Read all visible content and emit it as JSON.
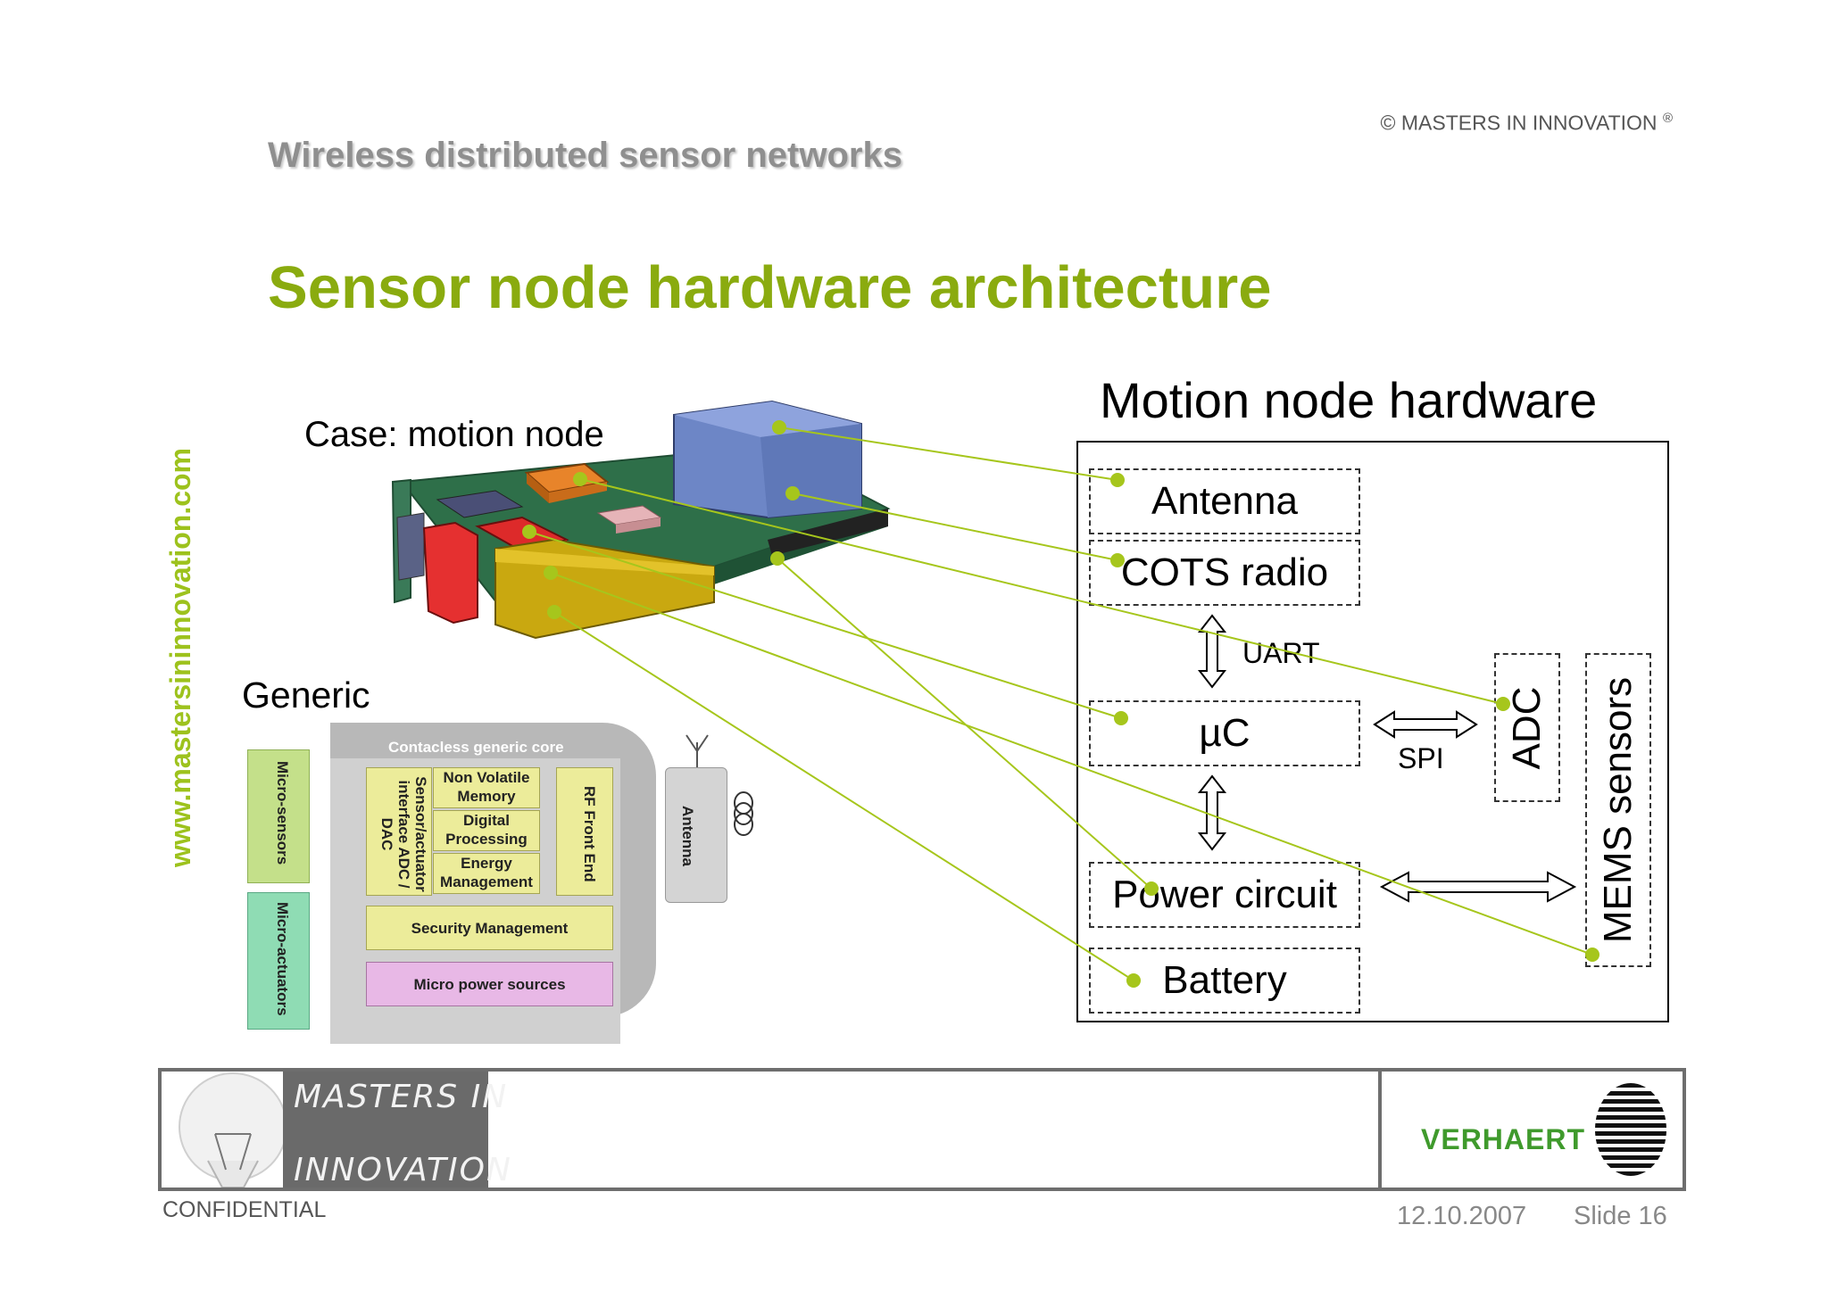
{
  "header": {
    "copyright": "© MASTERS IN INNOVATION",
    "copyright_mark": "®",
    "subtitle": "Wireless distributed sensor networks",
    "title": "Sensor node hardware architecture",
    "side_url": "www.mastersininnovation.com"
  },
  "case_section": {
    "label": "Case: motion node"
  },
  "generic_section": {
    "label": "Generic",
    "core_title": "Contacless generic core",
    "blocks": {
      "micro_sensors": "Micro-sensors",
      "micro_actuators": "Micro-actuators",
      "sensor_interface": "Sensor/actuator interface ADC / DAC",
      "nv_memory": "Non Volatile Memory",
      "digital_processing": "Digital Processing",
      "energy_management": "Energy Management",
      "rf_front_end": "RF Front End",
      "security_management": "Security Management",
      "micro_power": "Micro power sources",
      "antenna": "Antenna"
    }
  },
  "motion_hardware": {
    "title": "Motion node hardware",
    "antenna": "Antenna",
    "cots_radio": "COTS radio",
    "uart": "UART",
    "uc": "µC",
    "spi": "SPI",
    "adc": "ADC",
    "mems": "MEMS sensors",
    "power_circuit": "Power circuit",
    "battery": "Battery"
  },
  "colors": {
    "accent_green": "#8aab0f",
    "connector_green": "#a6c61c",
    "verhaert_green": "#3f9a2c"
  },
  "footer": {
    "logo_line1": "MASTERS IN",
    "logo_line2": "INNOVATION",
    "verhaert": "VERHAERT",
    "confidential": "CONFIDENTIAL",
    "date": "12.10.2007",
    "slide": "Slide 16"
  }
}
